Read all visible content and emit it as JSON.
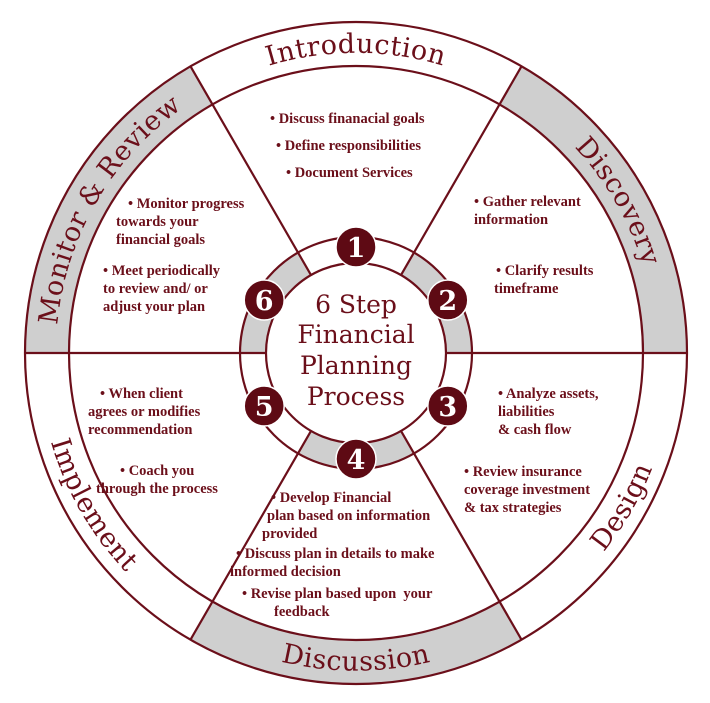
{
  "colors": {
    "maroon": "#6b0f1a",
    "number_fill": "#5e0a14",
    "gray_band": "#cfcfcf",
    "background": "#ffffff"
  },
  "center": {
    "title_lines": [
      "6 Step",
      "Financial",
      "Planning",
      "Process"
    ]
  },
  "stages": [
    {
      "step": "1",
      "label": "Introduction",
      "bullets": [
        {
          "lines": [
            "• Discuss finanacial goals"
          ]
        },
        {
          "lines": [
            "• Define responsibilities"
          ]
        },
        {
          "lines": [
            "• Document Services"
          ]
        }
      ]
    },
    {
      "step": "2",
      "label": "Discovery",
      "bullets": [
        {
          "lines": [
            "• Gather relevant",
            "information"
          ]
        },
        {
          "lines": [
            "• Clarify results",
            "timeframe"
          ]
        }
      ]
    },
    {
      "step": "3",
      "label": "Design",
      "bullets": [
        {
          "lines": [
            "• Analyze assets,",
            "liabilities",
            "& cash flow"
          ]
        },
        {
          "lines": [
            "• Review insurance",
            "coverage investment",
            "& tax strategies"
          ]
        }
      ]
    },
    {
      "step": "4",
      "label": "Discussion",
      "bullets": [
        {
          "lines": [
            "• Develop Financial",
            "plan based on information",
            "provided"
          ]
        },
        {
          "lines": [
            "• Discuss plan in details to make",
            "informed decision"
          ]
        },
        {
          "lines": [
            "• Revise plan based upon  your",
            "feedback"
          ]
        }
      ]
    },
    {
      "step": "5",
      "label": "Implement",
      "bullets": [
        {
          "lines": [
            "• When client",
            "agrees or modifies",
            "recommendation"
          ]
        },
        {
          "lines": [
            "• Coach you",
            "through the process"
          ]
        }
      ]
    },
    {
      "step": "6",
      "label": "Monitor & Review",
      "bullets": [
        {
          "lines": [
            "• Monitor progress",
            "towards your",
            "financial goals"
          ]
        },
        {
          "lines": [
            "• Meet periodically",
            "to review and/ or",
            "adjust your plan"
          ]
        }
      ]
    }
  ]
}
